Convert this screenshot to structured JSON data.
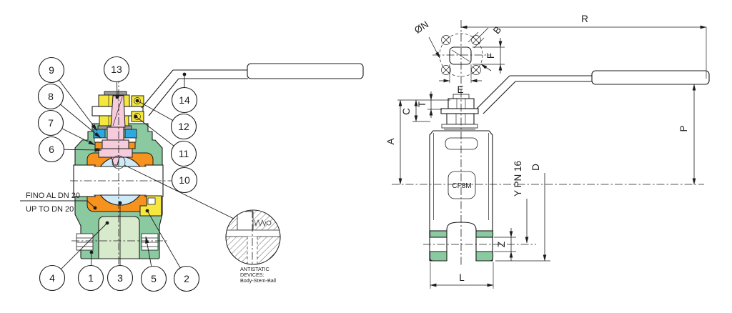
{
  "colors": {
    "line": "#1c1c1c",
    "body_green": "#8BC9A0",
    "port_green": "#D8EACC",
    "seat_orange": "#F6921E",
    "ball_blue": "#CEE9F8",
    "stem_pink": "#F6CBDC",
    "nut_yellow": "#F6E73F",
    "packing_blue": "#2FA8DF",
    "steel_gray": "#9a9a9a"
  },
  "section_view": {
    "callouts": {
      "c1": "1",
      "c2": "2",
      "c3": "3",
      "c4": "4",
      "c5": "5",
      "c6": "6",
      "c7": "7",
      "c8": "8",
      "c9": "9",
      "c10": "10",
      "c11": "11",
      "c12": "12",
      "c13": "13",
      "c14": "14"
    },
    "size_note_top": "FINO AL DN 20",
    "size_note_bottom": "UP TO DN 20",
    "detail_note": [
      "ANTISTATIC",
      "DEVICES:",
      "Body-Stem-Ball"
    ]
  },
  "dimension_view": {
    "material_label": "CF8M",
    "dims": {
      "R": "R",
      "P": "P",
      "A": "A",
      "C": "C",
      "T": "T",
      "E": "E",
      "F": "F",
      "B": "B",
      "N": "ØN",
      "D": "D",
      "Z": "Z",
      "L": "L",
      "Y_PN": "Y PN 16"
    }
  }
}
